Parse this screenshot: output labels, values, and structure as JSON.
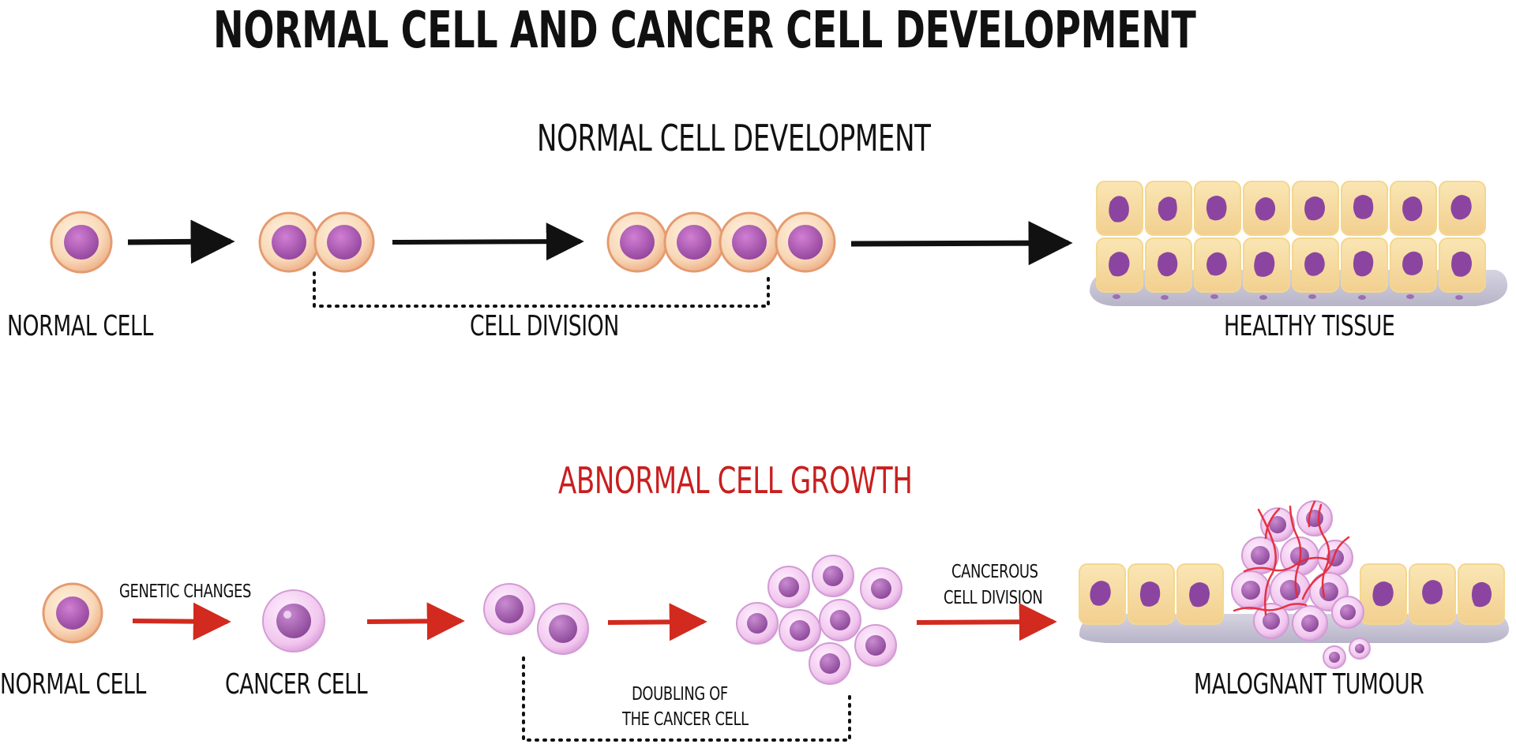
{
  "title": "NORMAL CELL AND CANCER CELL DEVELOPMENT",
  "normal_section": {
    "title": "NORMAL CELL DEVELOPMENT",
    "labels": {
      "normal_cell": "NORMAL CELL",
      "cell_division": "CELL DIVISION",
      "healthy_tissue": "HEALTHY TISSUE"
    }
  },
  "abnormal_section": {
    "title": "ABNORMAL CELL GROWTH",
    "labels": {
      "normal_cell": "NORMAL CELL",
      "genetic_changes": "GENETIC CHANGES",
      "cancer_cell": "CANCER CELL",
      "doubling_line1": "DOUBLING OF",
      "doubling_line2": "THE CANCER CELL",
      "cancerous_line1": "CANCEROUS",
      "cancerous_line2": "CELL DIVISION",
      "malignant_tumour": "MALOGNANT TUMOUR"
    }
  },
  "colors": {
    "normal_arrow": "#111111",
    "abnormal_arrow": "#d22a1f",
    "abnormal_title": "#c81f1f",
    "cell_membrane": "#f6d5b2",
    "cell_outline": "#e6a97d",
    "normal_nucleus": "#a24aa7",
    "cancer_membrane": "#efbde8",
    "cancer_nucleus": "#9a4ea2",
    "tissue_cell": "#f7dda1",
    "tissue_nucleus": "#8b45a0",
    "tissue_base": "#c6c3d4"
  }
}
